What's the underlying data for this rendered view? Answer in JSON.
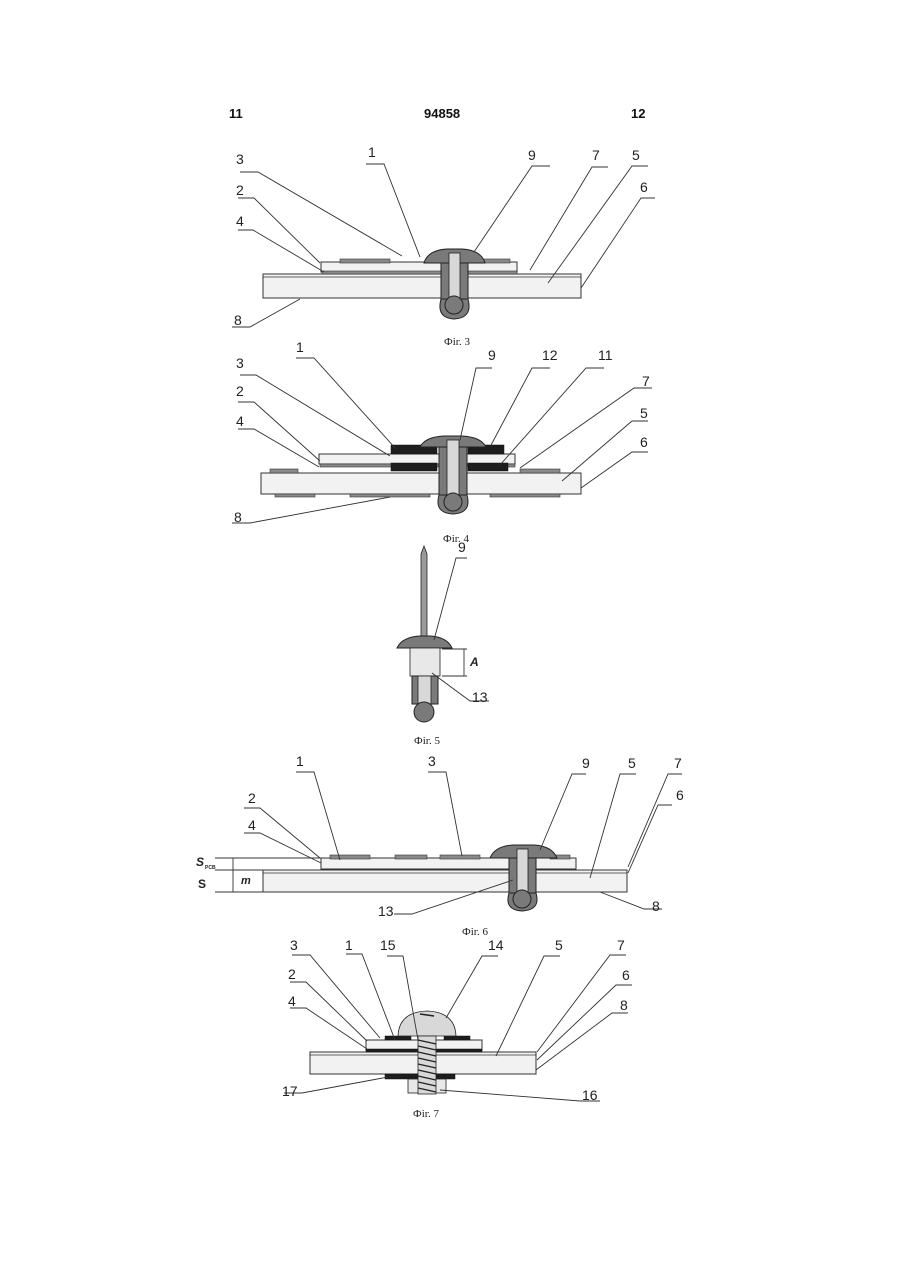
{
  "header": {
    "left": "11",
    "center": "94858",
    "right": "12"
  },
  "figures": [
    {
      "caption": "Фіг. 3",
      "labels": [
        "3",
        "1",
        "9",
        "7",
        "5",
        "2",
        "6",
        "4",
        "8"
      ]
    },
    {
      "caption": "Фіг. 4",
      "labels": [
        "1",
        "9",
        "12",
        "11",
        "3",
        "7",
        "2",
        "5",
        "4",
        "6",
        "8"
      ]
    },
    {
      "caption": "Фіг. 5",
      "labels": [
        "9",
        "A",
        "13"
      ]
    },
    {
      "caption": "Фіг. 6",
      "labels": [
        "1",
        "3",
        "9",
        "5",
        "7",
        "2",
        "6",
        "4",
        "S",
        "PCB",
        "S",
        "m",
        "13",
        "8"
      ]
    },
    {
      "caption": "Фіг. 7",
      "labels": [
        "3",
        "1",
        "15",
        "14",
        "5",
        "7",
        "2",
        "6",
        "4",
        "8",
        "17",
        "16"
      ]
    }
  ],
  "colors": {
    "plate": "#f2f2f2",
    "pad": "#8a8a8a",
    "rivet": "#7a7a7a",
    "insulator": "#1d1d1d"
  }
}
